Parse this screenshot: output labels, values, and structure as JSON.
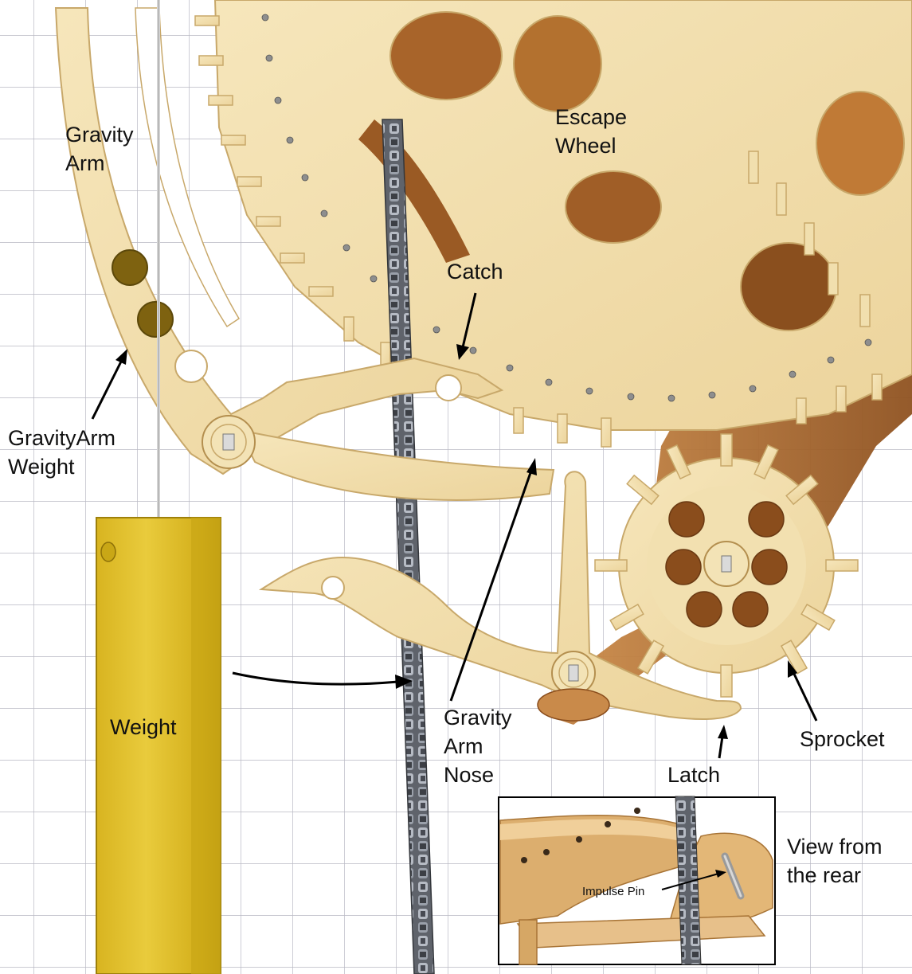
{
  "labels": {
    "gravity_arm": "Gravity\nArm",
    "escape_wheel": "Escape\nWheel",
    "catch": "Catch",
    "gravity_arm_weight": "GravityArm\nWeight",
    "weight": "Weight",
    "gravity_arm_nose": "Gravity\nArm\nNose",
    "sprocket": "Sprocket",
    "latch": "Latch",
    "inset_caption": "View from\nthe rear",
    "impulse_pin": "Impulse Pin"
  },
  "colors": {
    "grid_line": "#b9b9c4",
    "plywood": "#f1dfae",
    "plywood_edge": "#c8a86a",
    "dark_wood": "#a0602a",
    "dark_wood_light": "#c98a4a",
    "weight_gold": "#e4c330",
    "weight_shadow": "#b89a14",
    "chain": "#55585f"
  }
}
